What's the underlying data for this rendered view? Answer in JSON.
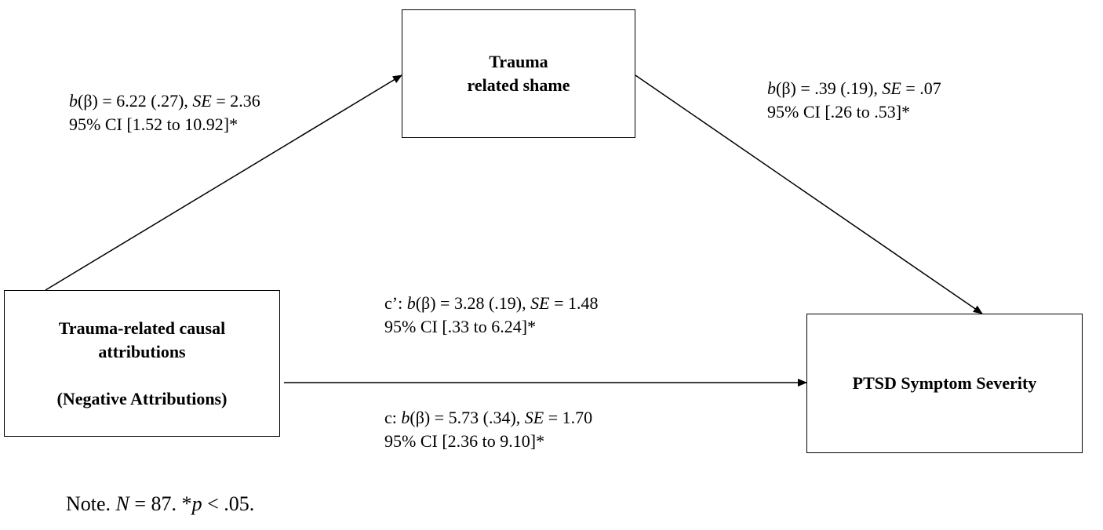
{
  "nodes": {
    "mediator": {
      "line1": "Trauma",
      "line2": "related shame"
    },
    "predictor": {
      "line1": "Trauma-related causal",
      "line2": "attributions",
      "line3": "(Negative Attributions)"
    },
    "outcome": {
      "label": "PTSD Symptom Severity"
    }
  },
  "paths": {
    "a": {
      "b_italic": "b",
      "stat": "(β) = 6.22 (.27), ",
      "se_italic": "SE",
      "se_value": " = 2.36",
      "ci": "95% CI [1.52 to 10.92]*"
    },
    "b": {
      "b_italic": "b",
      "stat": "(β) = .39 (.19), ",
      "se_italic": "SE",
      "se_value": " = .07",
      "ci": "95% CI [.26 to .53]*"
    },
    "c_prime": {
      "prefix": "c’: ",
      "b_italic": "b",
      "stat": "(β) = 3.28 (.19), ",
      "se_italic": "SE",
      "se_value": " = 1.48",
      "ci": "95% CI [.33 to 6.24]*"
    },
    "c": {
      "prefix": "c: ",
      "b_italic": "b",
      "stat": "(β) = 5.73 (.34), ",
      "se_italic": "SE",
      "se_value": " = 1.70",
      "ci": "95% CI [2.36 to 9.10]*"
    }
  },
  "note": {
    "prefix": "Note. ",
    "n_italic": "N",
    "n_value": " = 87. *",
    "p_italic": "p",
    "p_value": " < .05."
  }
}
